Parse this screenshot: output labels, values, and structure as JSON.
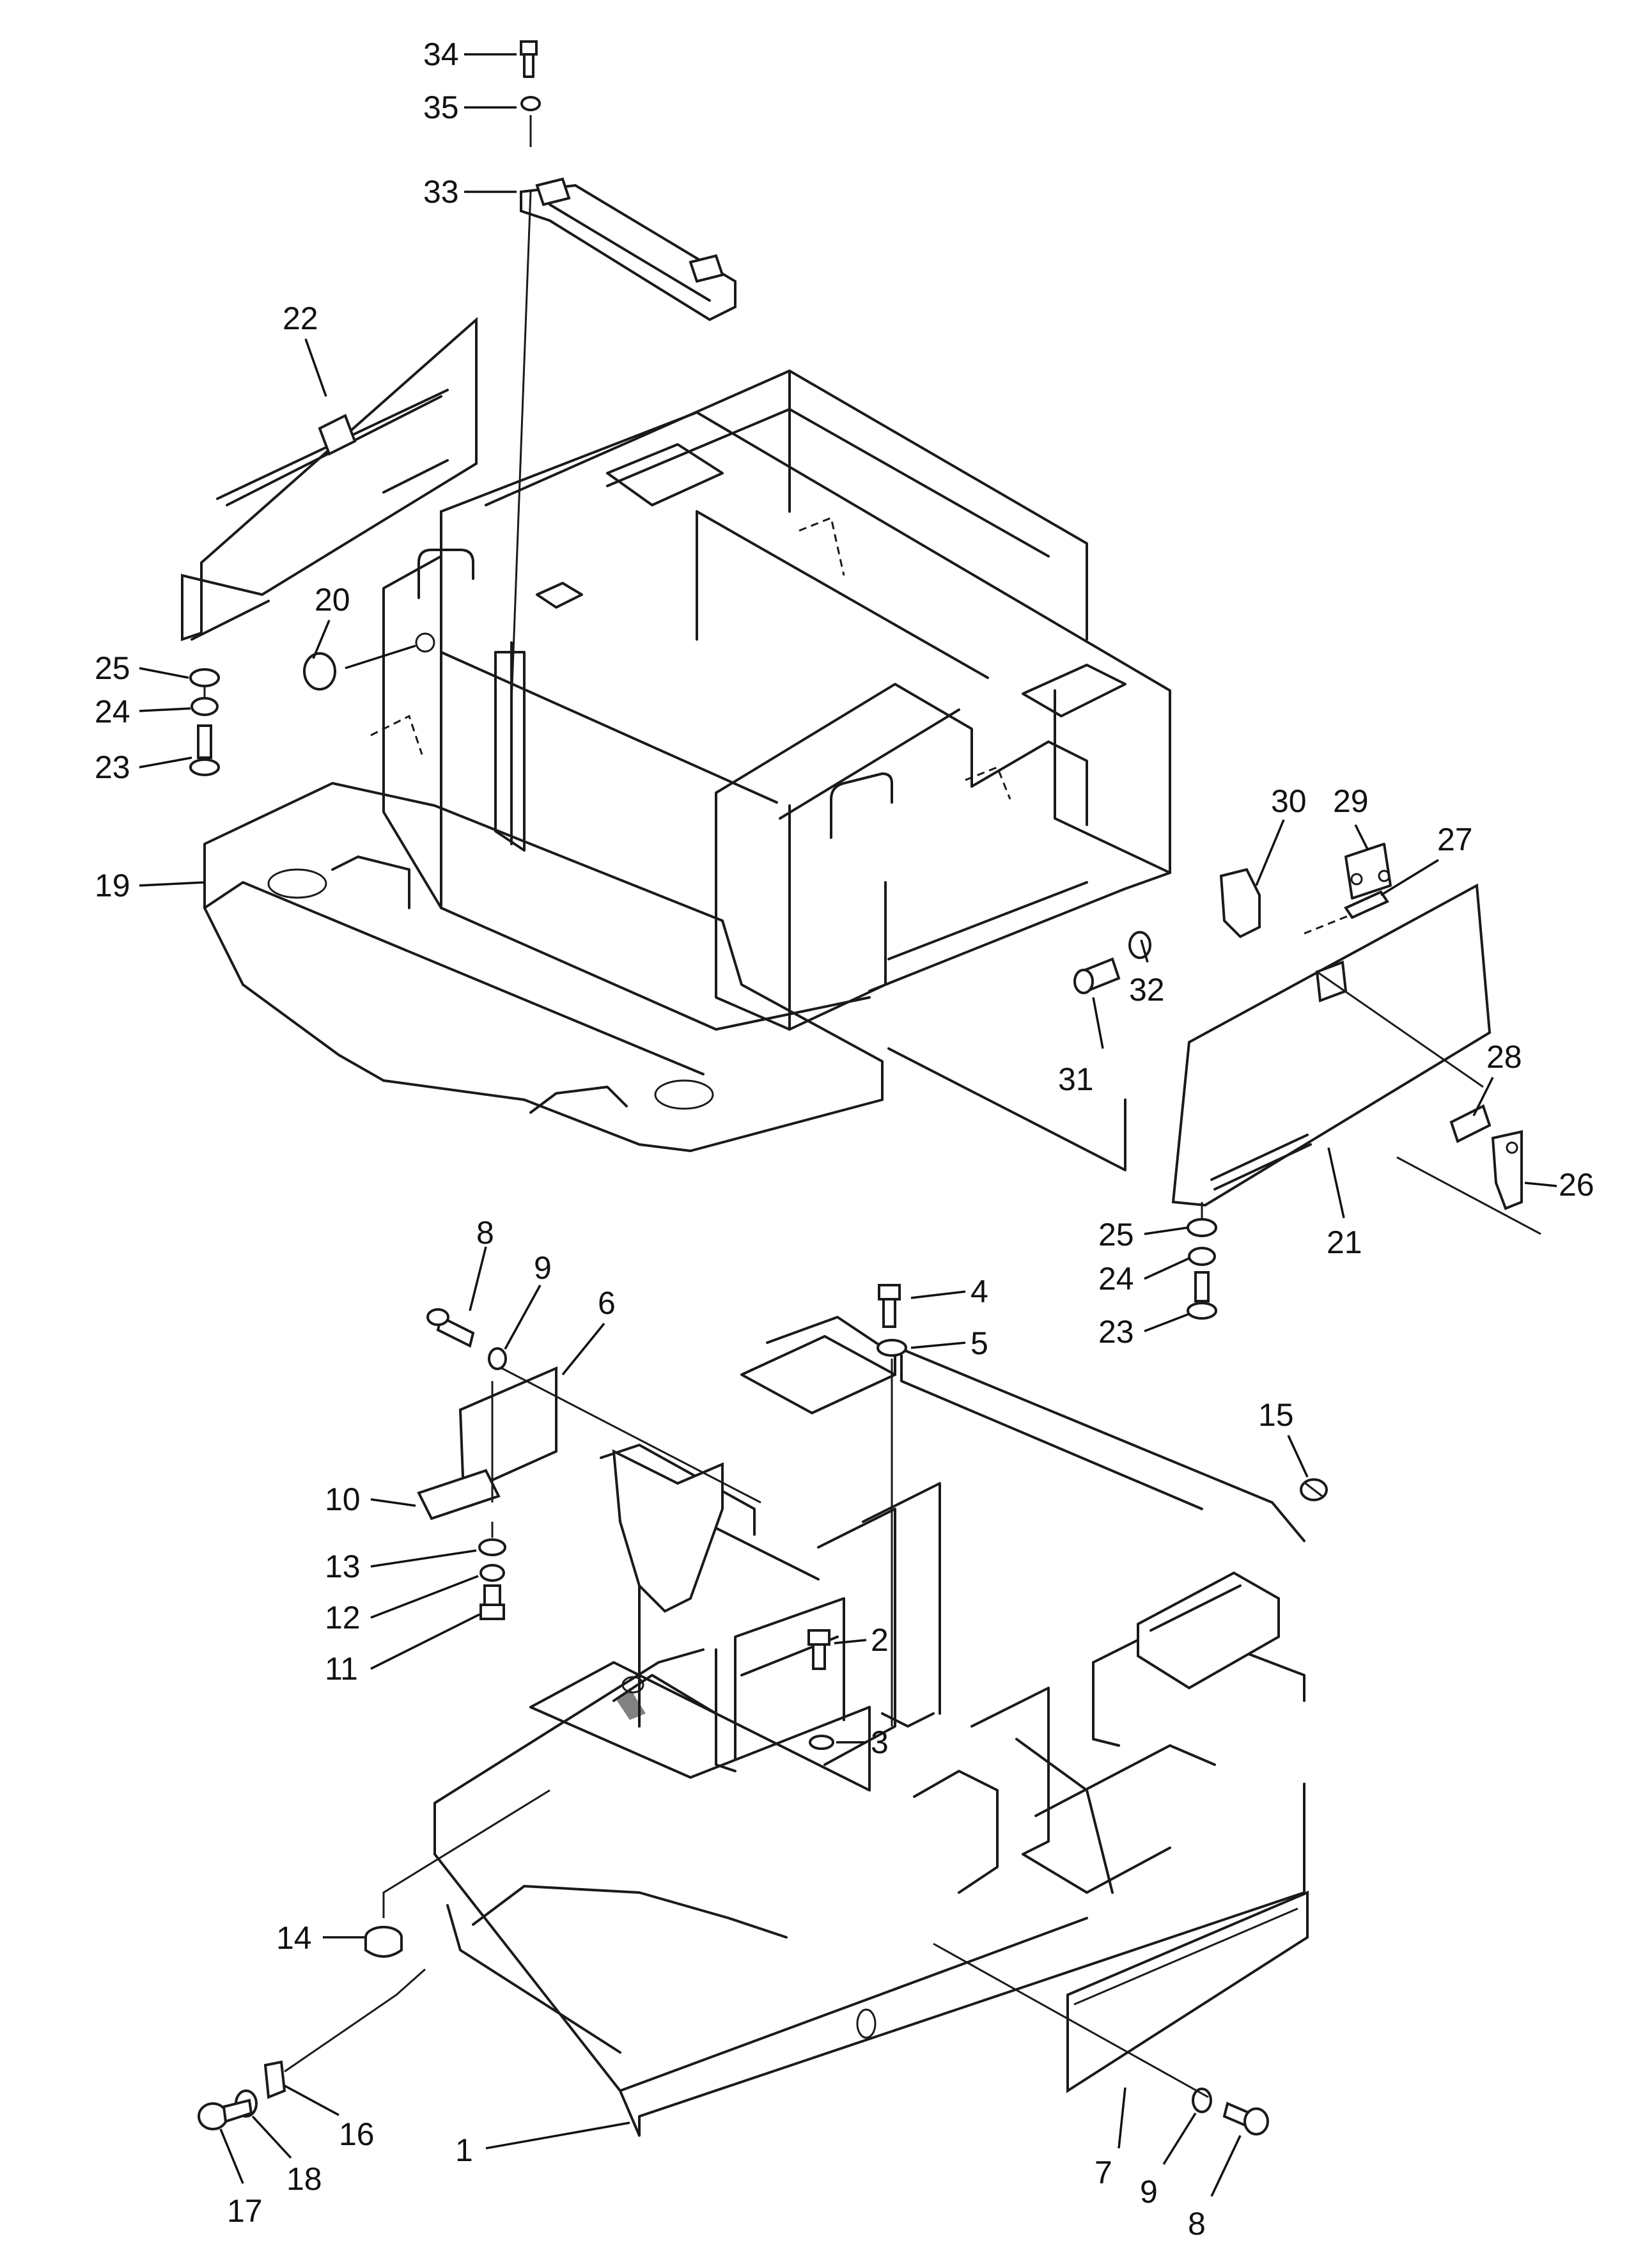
{
  "labels": [
    {
      "id": "l34",
      "text": "34"
    },
    {
      "id": "l35",
      "text": "35"
    },
    {
      "id": "l33",
      "text": "33"
    },
    {
      "id": "l22",
      "text": "22"
    },
    {
      "id": "l20",
      "text": "20"
    },
    {
      "id": "l25a",
      "text": "25"
    },
    {
      "id": "l24a",
      "text": "24"
    },
    {
      "id": "l23a",
      "text": "23"
    },
    {
      "id": "l19",
      "text": "19"
    },
    {
      "id": "l30",
      "text": "30"
    },
    {
      "id": "l29",
      "text": "29"
    },
    {
      "id": "l27",
      "text": "27"
    },
    {
      "id": "l31",
      "text": "31"
    },
    {
      "id": "l32",
      "text": "32"
    },
    {
      "id": "l28",
      "text": "28"
    },
    {
      "id": "l26",
      "text": "26"
    },
    {
      "id": "l21",
      "text": "21"
    },
    {
      "id": "l25b",
      "text": "25"
    },
    {
      "id": "l24b",
      "text": "24"
    },
    {
      "id": "l23b",
      "text": "23"
    },
    {
      "id": "l8a",
      "text": "8"
    },
    {
      "id": "l9a",
      "text": "9"
    },
    {
      "id": "l6",
      "text": "6"
    },
    {
      "id": "l4",
      "text": "4"
    },
    {
      "id": "l5",
      "text": "5"
    },
    {
      "id": "l15",
      "text": "15"
    },
    {
      "id": "l10",
      "text": "10"
    },
    {
      "id": "l13",
      "text": "13"
    },
    {
      "id": "l12",
      "text": "12"
    },
    {
      "id": "l11",
      "text": "11"
    },
    {
      "id": "l2",
      "text": "2"
    },
    {
      "id": "l3",
      "text": "3"
    },
    {
      "id": "l14",
      "text": "14"
    },
    {
      "id": "l16",
      "text": "16"
    },
    {
      "id": "l17",
      "text": "17"
    },
    {
      "id": "l18",
      "text": "18"
    },
    {
      "id": "l1",
      "text": "1"
    },
    {
      "id": "l7",
      "text": "7"
    },
    {
      "id": "l9b",
      "text": "9"
    },
    {
      "id": "l8b",
      "text": "8"
    }
  ]
}
